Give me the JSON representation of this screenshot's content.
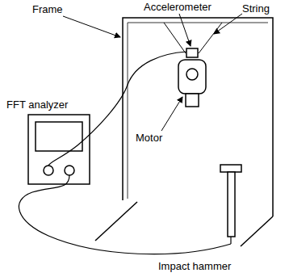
{
  "diagram": {
    "labels": [
      "Frame",
      "Accelerometer",
      "String",
      "FFT analyzer",
      "Motor",
      "Impact hammer"
    ]
  }
}
